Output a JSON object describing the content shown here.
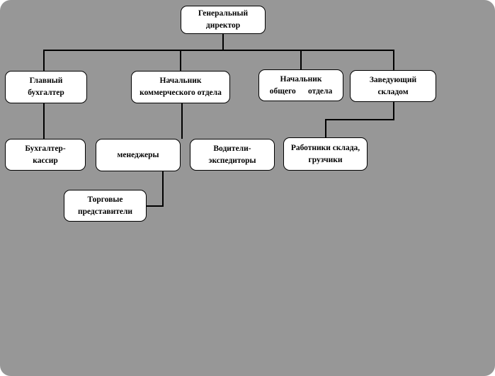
{
  "diagram": {
    "type": "org-chart",
    "background_color": "#979797",
    "node_fill": "#ffffff",
    "node_border_color": "#000000",
    "connector_color": "#000000",
    "nodes": {
      "director": {
        "line1": "Генеральный",
        "line2": "директор"
      },
      "chief_accountant": {
        "line1": "Главный",
        "line2": "бухгалтер"
      },
      "commercial_head": {
        "line1": "Начальник",
        "line2": "коммерческого отдела"
      },
      "general_head": {
        "line1": "Начальник",
        "line2": "общего      отдела"
      },
      "warehouse_manager": {
        "line1": "Заведующий",
        "line2": "складом"
      },
      "accountant_cashier": {
        "line1": "Бухгалтер-",
        "line2": "кассир"
      },
      "managers": {
        "line1": "менеджеры"
      },
      "drivers": {
        "line1": "Водители-",
        "line2": "экспедиторы"
      },
      "warehouse_workers": {
        "line1": "Работники склада,",
        "line2": "грузчики"
      },
      "sales_reps": {
        "line1": "Торговые",
        "line2": "представители"
      }
    },
    "hierarchy": [
      {
        "parent": "Генеральный директор",
        "children": [
          "Главный бухгалтер",
          "Начальник коммерческого отдела",
          "Начальник общего отдела",
          "Заведующий складом"
        ]
      },
      {
        "parent": "Главный бухгалтер",
        "children": [
          "Бухгалтер-кассир"
        ]
      },
      {
        "parent": "Начальник коммерческого отдела",
        "children": [
          "менеджеры",
          "Водители-экспедиторы"
        ]
      },
      {
        "parent": "Заведующий складом",
        "children": [
          "Работники склада, грузчики"
        ]
      },
      {
        "parent": "менеджеры",
        "children": [
          "Торговые представители"
        ]
      }
    ]
  }
}
